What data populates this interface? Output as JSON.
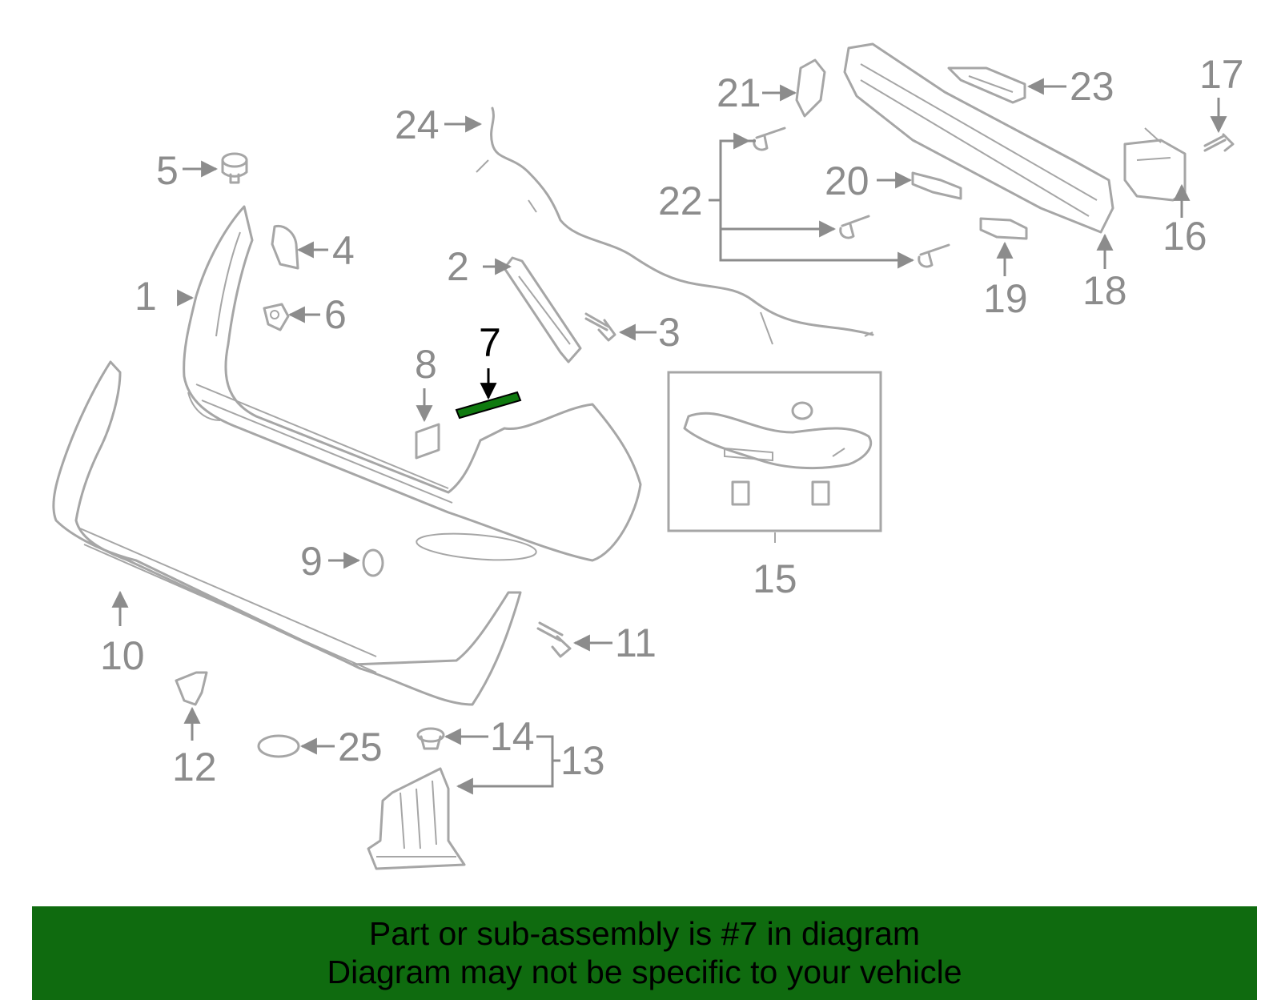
{
  "diagram": {
    "labels": [
      "1",
      "2",
      "3",
      "4",
      "5",
      "6",
      "7",
      "8",
      "9",
      "10",
      "11",
      "12",
      "13",
      "14",
      "15",
      "16",
      "17",
      "18",
      "19",
      "20",
      "21",
      "22",
      "23",
      "24",
      "25"
    ],
    "highlighted_part": "7"
  },
  "banner": {
    "line1": "Part or sub-assembly is #7 in diagram",
    "line2": "Diagram may not be specific to your vehicle"
  },
  "colors": {
    "highlight_part": "#0f7a0f",
    "banner_bg": "#0f6b0f",
    "line_art": "#a6a6a6",
    "label_text": "#8c8c8c"
  }
}
